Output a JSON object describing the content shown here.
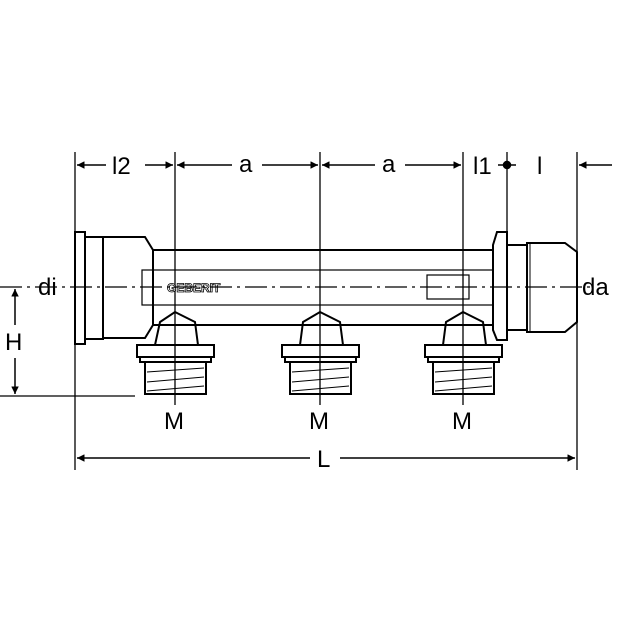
{
  "labels": {
    "l2": "l2",
    "a1": "a",
    "a2": "a",
    "l1": "l1",
    "l": "l",
    "di": "di",
    "da": "da",
    "H": "H",
    "M1": "M",
    "M2": "M",
    "M3": "M",
    "L": "L"
  },
  "logo_text": "GEBERIT"
}
